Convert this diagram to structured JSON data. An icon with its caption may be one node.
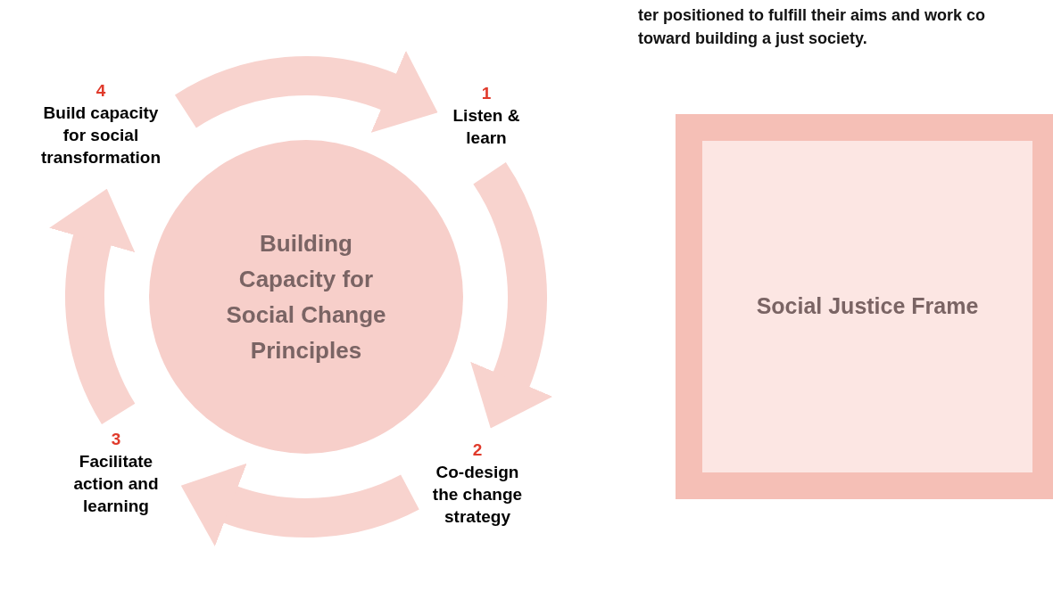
{
  "diagram": {
    "nodes": [
      {
        "text": [
          "Building Capacity for Social Change Principles"
        ]
      },
      {
        "text": [
          "1",
          "Listen & learn"
        ]
      },
      {
        "text": [
          "2",
          "Co-design the change strategy"
        ]
      },
      {
        "text": [
          "3",
          "Facilitate action and learning"
        ]
      },
      {
        "text": [
          "4",
          "Build capacity for social transformation"
        ]
      },
      {
        "text": [
          "Social Justice Frame"
        ]
      }
    ],
    "edges": [
      {
        "from": 4,
        "to": 1,
        "arrow": "to"
      },
      {
        "from": 1,
        "to": 2,
        "arrow": "to"
      },
      {
        "from": 2,
        "to": 3,
        "arrow": "to"
      },
      {
        "from": 3,
        "to": 4,
        "arrow": "to"
      }
    ],
    "labels": [
      "ter positioned to fulfill their aims and work co toward building a just society."
    ]
  }
}
